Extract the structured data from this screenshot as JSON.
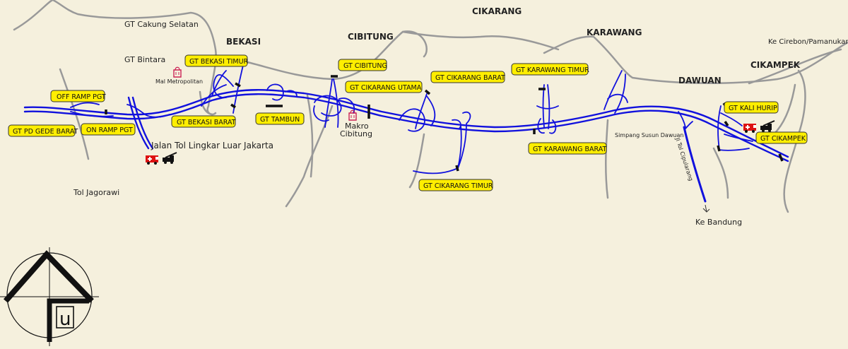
{
  "colors": {
    "background": "#f5f0dd",
    "toll_road": "#1111dd",
    "local_road": "#999999",
    "gate_label": "#ffee00",
    "gate_mark": "#111111",
    "poi": "#cc2255"
  },
  "cities": {
    "bekasi": "BEKASI",
    "cibitung": "CIBITUNG",
    "cikarang": "CIKARANG",
    "karawang": "KARAWANG",
    "dawuan": "DAWUAN",
    "cikampek": "CIKAMPEK"
  },
  "places": {
    "gt_cakung_selatan": "GT Cakung Selatan",
    "gt_bintara": "GT Bintara",
    "mal_metropolitan": "Mal Metropolitan",
    "makro_line1": "Makro",
    "makro_line2": "Cibitung",
    "jorr": "Jalan Tol Lingkar Luar Jakarta",
    "tol_jagorawi": "Tol Jagorawi",
    "simpang_dawuan": "Simpang Susun Dawuan",
    "jl_tol_cipularang": "Jl Tol Cipularang",
    "ke_bandung": "Ke Bandung",
    "ke_cirebon": "Ke Cirebon/Pamanukan"
  },
  "gates": {
    "off_ramp_pgt": "OFF RAMP PGT",
    "gt_pd_gede_barat": "GT PD GEDE BARAT",
    "on_ramp_pgt": "ON RAMP PGT",
    "gt_bekasi_timur": "GT BEKASI TIMUR",
    "gt_bekasi_barat": "GT BEKASI BARAT",
    "gt_tambun": "GT TAMBUN",
    "gt_cibitung": "GT CIBITUNG",
    "gt_cikarang_utama": "GT CIKARANG UTAMA",
    "gt_cikarang_barat": "GT CIKARANG  BARAT",
    "gt_cikarang_timur": "GT CIKARANG TIMUR",
    "gt_karawang_timur": "GT KARAWANG TIMUR",
    "gt_karawang_barat": "GT KARAWANG BARAT",
    "gt_kali_hurip": "GT KALI HURIP",
    "gt_cikampek": "GT CIKAMPEK"
  },
  "icons": {
    "emergency": "ambulance-icon",
    "tow": "tow-truck-icon",
    "mall": "shopping-bag-icon",
    "compass": "compass-logo"
  },
  "logo": {
    "letter": "u"
  }
}
